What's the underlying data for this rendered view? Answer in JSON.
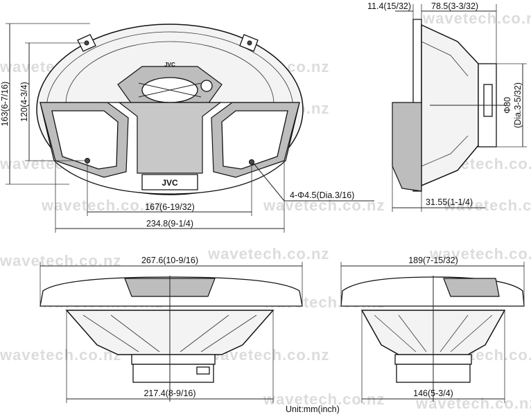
{
  "watermark": "wavetech.co.nz",
  "brand": "JVC",
  "front_view": {
    "height_overall": "163(6-7/16)",
    "height_inner": "120(4-3/4)",
    "width_holes": "167(6-19/32)",
    "width_basket": "234.8(9-1/4)",
    "mount_holes": "4-Φ4.5(Dia.3/16)"
  },
  "side_view": {
    "flange_thickness": "11.4(15/32)",
    "depth": "78.5(3-3/32)",
    "magnet_diameter": "Φ80",
    "magnet_diameter_inch": "(Dia.3-5/32)",
    "mount_depth": "31.55(1-1/4)"
  },
  "long_profile": {
    "width_overall": "267.6(10-9/16)",
    "width_cutout": "217.4(8-9/16)"
  },
  "short_profile": {
    "width_overall": "189(7-15/32)",
    "width_cutout": "146(5-3/4)"
  },
  "unit_label": "Unit:mm(inch)"
}
